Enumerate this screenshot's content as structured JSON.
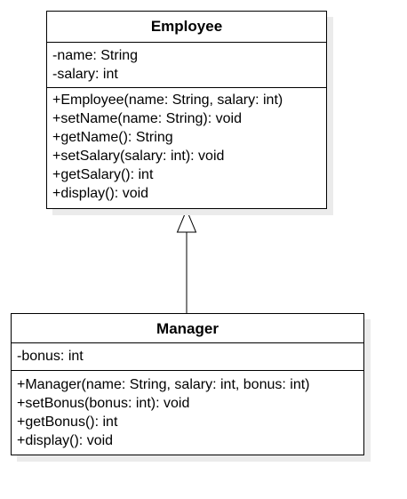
{
  "diagram": {
    "classes": [
      {
        "name": "Employee",
        "attributes": [
          "-name: String",
          "-salary: int"
        ],
        "operations": [
          "+Employee(name: String, salary: int)",
          "+setName(name: String): void",
          "+getName(): String",
          "+setSalary(salary: int): void",
          "+getSalary(): int",
          "+display(): void"
        ]
      },
      {
        "name": "Manager",
        "attributes": [
          "-bonus: int"
        ],
        "operations": [
          "+Manager(name: String, salary: int, bonus: int)",
          "+setBonus(bonus: int): void",
          "+getBonus(): int",
          "+display(): void"
        ]
      }
    ],
    "relationships": [
      {
        "type": "generalization",
        "from": "Manager",
        "to": "Employee"
      }
    ]
  }
}
